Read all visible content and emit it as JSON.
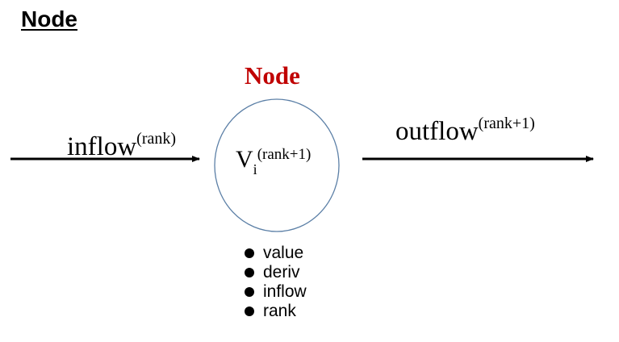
{
  "page": {
    "title": "Node"
  },
  "diagram": {
    "node_label": "Node",
    "node_variable": "V",
    "node_subscript": "i",
    "node_superscript": "(rank+1)",
    "inflow_label": "inflow",
    "inflow_superscript": "(rank)",
    "outflow_label": "outflow",
    "outflow_superscript": "(rank+1)",
    "properties": [
      "value",
      "deriv",
      "inflow",
      "rank"
    ],
    "colors": {
      "node_label": "#c00000",
      "circle_stroke": "#5b7fa6",
      "arrow": "#000000"
    }
  }
}
